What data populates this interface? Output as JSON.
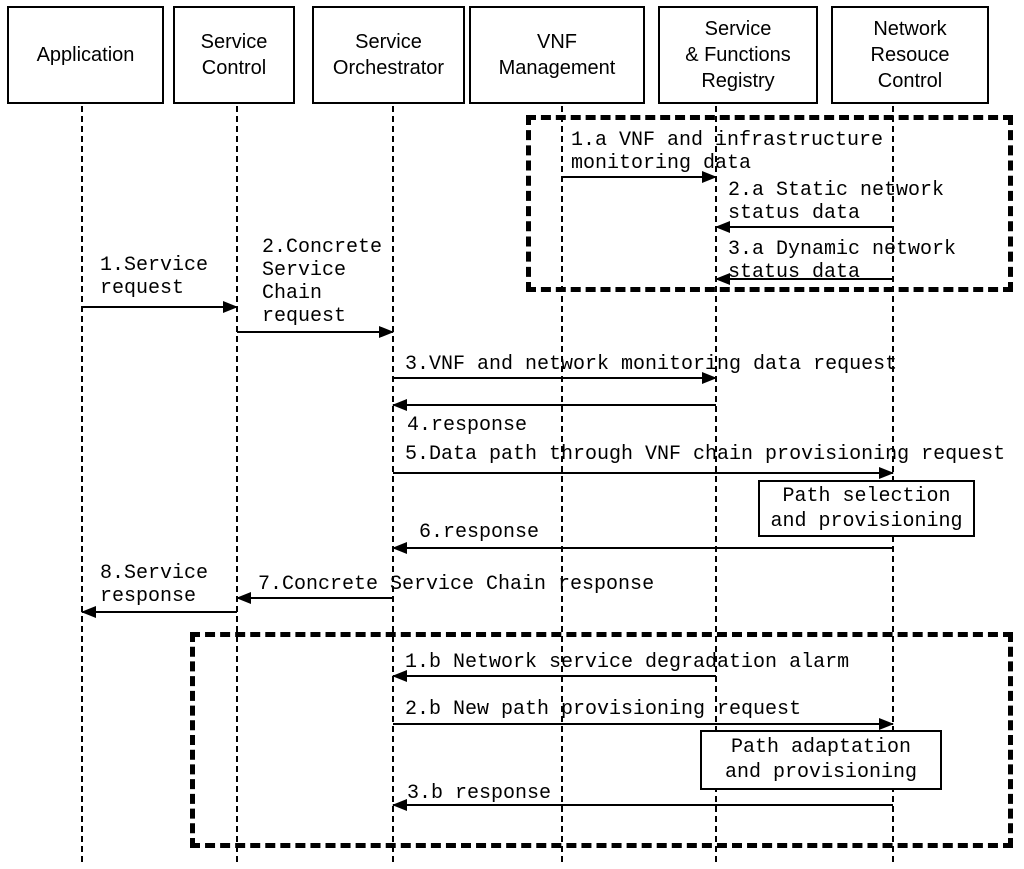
{
  "diagram_title": "Service chain provisioning sequence diagram",
  "colors": {
    "line": "#000000",
    "background": "#ffffff"
  },
  "actors": [
    {
      "id": "application",
      "label": "Application"
    },
    {
      "id": "service-control",
      "label": "Service\nControl"
    },
    {
      "id": "service-orchestrator",
      "label": "Service\nOrchestrator"
    },
    {
      "id": "vnf-management",
      "label": "VNF\nManagement"
    },
    {
      "id": "service-functions-registry",
      "label": "Service\n& Functions\nRegistry"
    },
    {
      "id": "network-resource-control",
      "label": "Network\nResouce\nControl"
    }
  ],
  "messages": {
    "m1": "1.Service\nrequest",
    "m2": "2.Concrete\nService\nChain\nrequest",
    "m3": "3.VNF and network monitoring data request",
    "m4": "4.response",
    "m5": "5.Data path through VNF chain provisioning request",
    "m6": "6.response",
    "m7": "7.Concrete Service Chain response",
    "m8": "8.Service\nresponse",
    "a1": "1.a VNF and infrastructure\nmonitoring data",
    "a2": "2.a Static network\nstatus data",
    "a3": "3.a Dynamic network\nstatus data",
    "b1": "1.b Network service degradation alarm",
    "b2": "2.b New path provisioning request",
    "b3": "3.b response"
  },
  "activities": {
    "path_selection": "Path selection\nand provisioning",
    "path_adaptation": "Path adaptation\nand provisioning"
  }
}
